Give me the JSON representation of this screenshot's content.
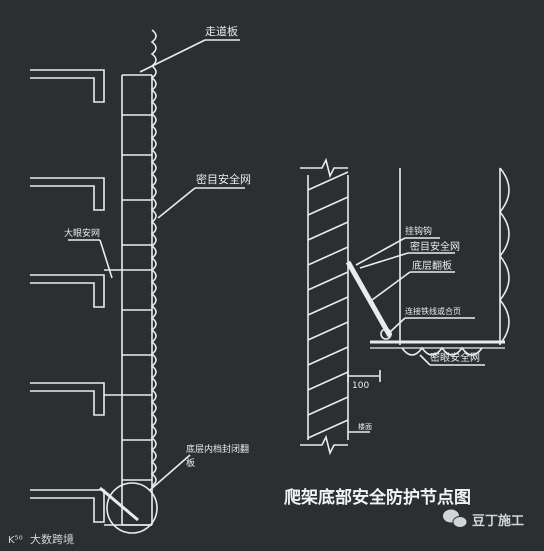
{
  "labels": {
    "walkway_board": "走道板",
    "dense_mesh_main": "密目安全网",
    "large_mesh": "大眼安网",
    "bottom_layer_seal": "底层内档封闭翻",
    "bottom_layer_seal_2": "板",
    "hook": "挂钩钩",
    "dense_mesh_detail": "密目安全网",
    "bottom_flip_board": "底层翻板",
    "connect_wire": "连接铁线或合页",
    "large_mesh_detail": "密眼安全网",
    "dim_100": "100",
    "floor_mark": "楼面"
  },
  "title": "爬架底部安全防护节点图",
  "watermarks": {
    "left_logo": "K⁵⁰",
    "left_text": "大数跨境",
    "right_text": "豆丁施工"
  },
  "colors": {
    "background": "#2b2f31",
    "lines": "#e9ecec"
  }
}
